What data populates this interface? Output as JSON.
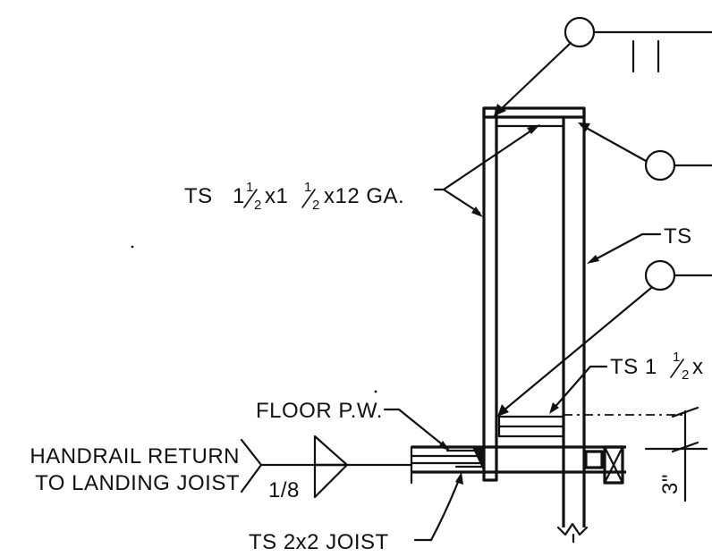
{
  "labels": {
    "ts_12ga_whole": "1",
    "ts_12ga_pre": "TS ",
    "ts_12ga_sup1": "1",
    "ts_12ga_sub1": "2",
    "ts_12ga_mid": "x1",
    "ts_12ga_sup2": "1",
    "ts_12ga_sub2": "2",
    "ts_12ga_post": "x12 GA.",
    "ts_right_upper": "TS",
    "ts_right_lower_pre": "TS 1",
    "ts_right_lower_sup": "1",
    "ts_right_lower_sub": "2",
    "ts_right_lower_post": "x",
    "floor_pw": "FLOOR P.W.",
    "handrail_line1": "HANDRAIL RETURN",
    "handrail_line2": "TO LANDING JOIST",
    "weld_size": "1/8",
    "ts_joist": "TS 2x2 JOIST",
    "dimension": "3\""
  },
  "colors": {
    "ink": "#111111",
    "paper": "#ffffff"
  }
}
